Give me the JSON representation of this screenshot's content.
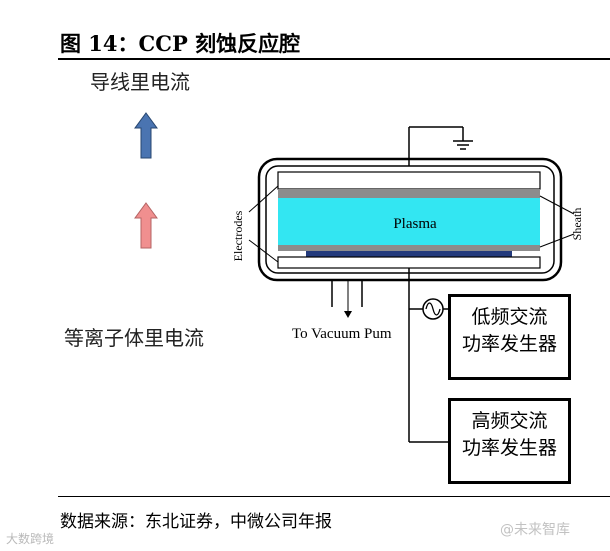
{
  "figure": {
    "title": "图 14：CCP 刻蚀反应腔",
    "source": "数据来源：东北证券，中微公司年报"
  },
  "labels": {
    "wire_current": "导线里电流",
    "plasma_current": "等离子体里电流"
  },
  "chamber": {
    "plasma": "Plasma",
    "electrodes": "Electrodes",
    "sheath": "Sheath",
    "vacuum": "To Vacuum Pum"
  },
  "generators": {
    "low_freq": [
      "低频交流",
      "功率发生器"
    ],
    "high_freq": [
      "高频交流",
      "功率发生器"
    ]
  },
  "watermarks": {
    "left": "大数跨境",
    "right": "@未来智库"
  },
  "colors": {
    "wire_arrow": "#4a74b1",
    "plasma_arrow": "#f08f8f",
    "plasma_fill": "#33e6f2",
    "electrode_plate": "#8c8c8c",
    "wafer": "#233a7c"
  }
}
